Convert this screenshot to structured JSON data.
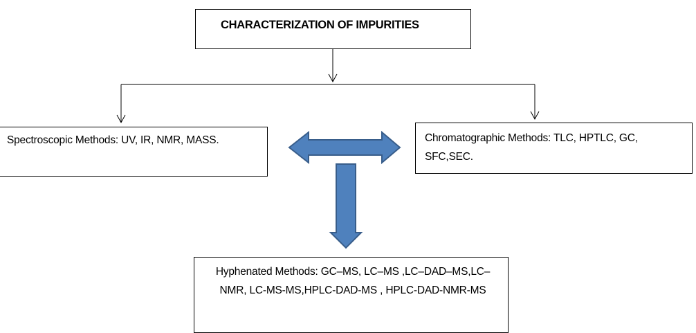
{
  "diagram": {
    "title": "CHARACTERIZATION OF IMPURITIES",
    "spectroscopic": "Spectroscopic Methods: UV, IR, NMR, MASS.",
    "chromatographic": "Chromatographic Methods: TLC, HPTLC, GC, SFC,SEC.",
    "hyphenated": "Hyphenated Methods: GC–MS, LC–MS ,LC–DAD–MS,LC–NMR, LC-MS-MS,HPLC-DAD-MS , HPLC-DAD-NMR-MS"
  },
  "colors": {
    "block_arrow_fill": "#4f81bd",
    "block_arrow_stroke": "#385d8a",
    "line": "#000000"
  }
}
